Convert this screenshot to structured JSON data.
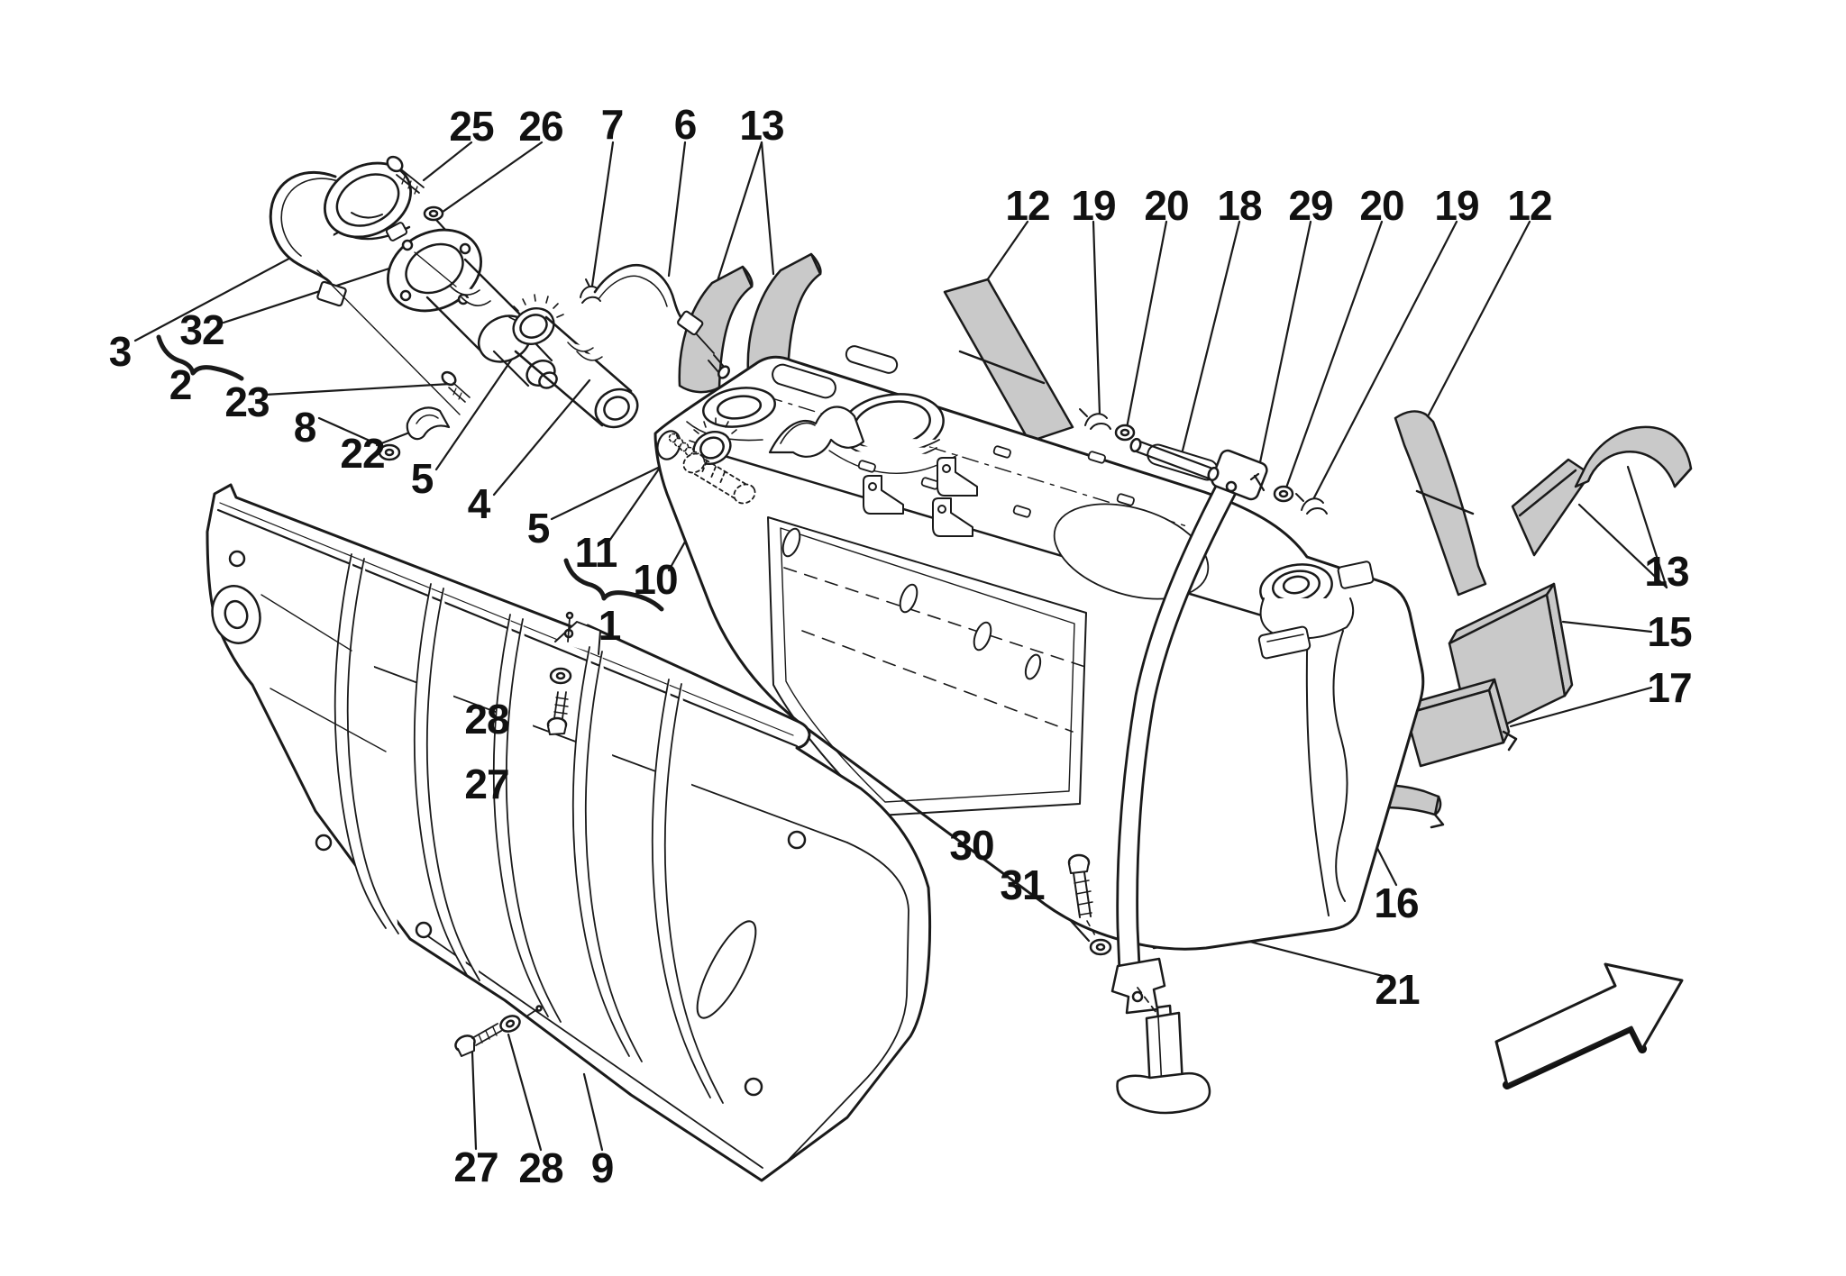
{
  "diagram": {
    "type": "exploded-parts-diagram",
    "subject": "fuel tank, heat shield and filler assembly",
    "background_color": "#ffffff",
    "line_color": "#1a1a1a",
    "pad_fill_color": "#c9c9c9",
    "direction_arrow": "up-right"
  },
  "callouts": [
    {
      "text": "25"
    },
    {
      "text": "26"
    },
    {
      "text": "7"
    },
    {
      "text": "6"
    },
    {
      "text": "13"
    },
    {
      "text": "12"
    },
    {
      "text": "19"
    },
    {
      "text": "20"
    },
    {
      "text": "18"
    },
    {
      "text": "29"
    },
    {
      "text": "20"
    },
    {
      "text": "19"
    },
    {
      "text": "12"
    },
    {
      "text": "3"
    },
    {
      "text": "32"
    },
    {
      "text": "2"
    },
    {
      "text": "23"
    },
    {
      "text": "8"
    },
    {
      "text": "22"
    },
    {
      "text": "5"
    },
    {
      "text": "4"
    },
    {
      "text": "5"
    },
    {
      "text": "11"
    },
    {
      "text": "10"
    },
    {
      "text": "1"
    },
    {
      "text": "28"
    },
    {
      "text": "27"
    },
    {
      "text": "27"
    },
    {
      "text": "28"
    },
    {
      "text": "9"
    },
    {
      "text": "30"
    },
    {
      "text": "31"
    },
    {
      "text": "16"
    },
    {
      "text": "21"
    },
    {
      "text": "13"
    },
    {
      "text": "15"
    },
    {
      "text": "17"
    }
  ]
}
